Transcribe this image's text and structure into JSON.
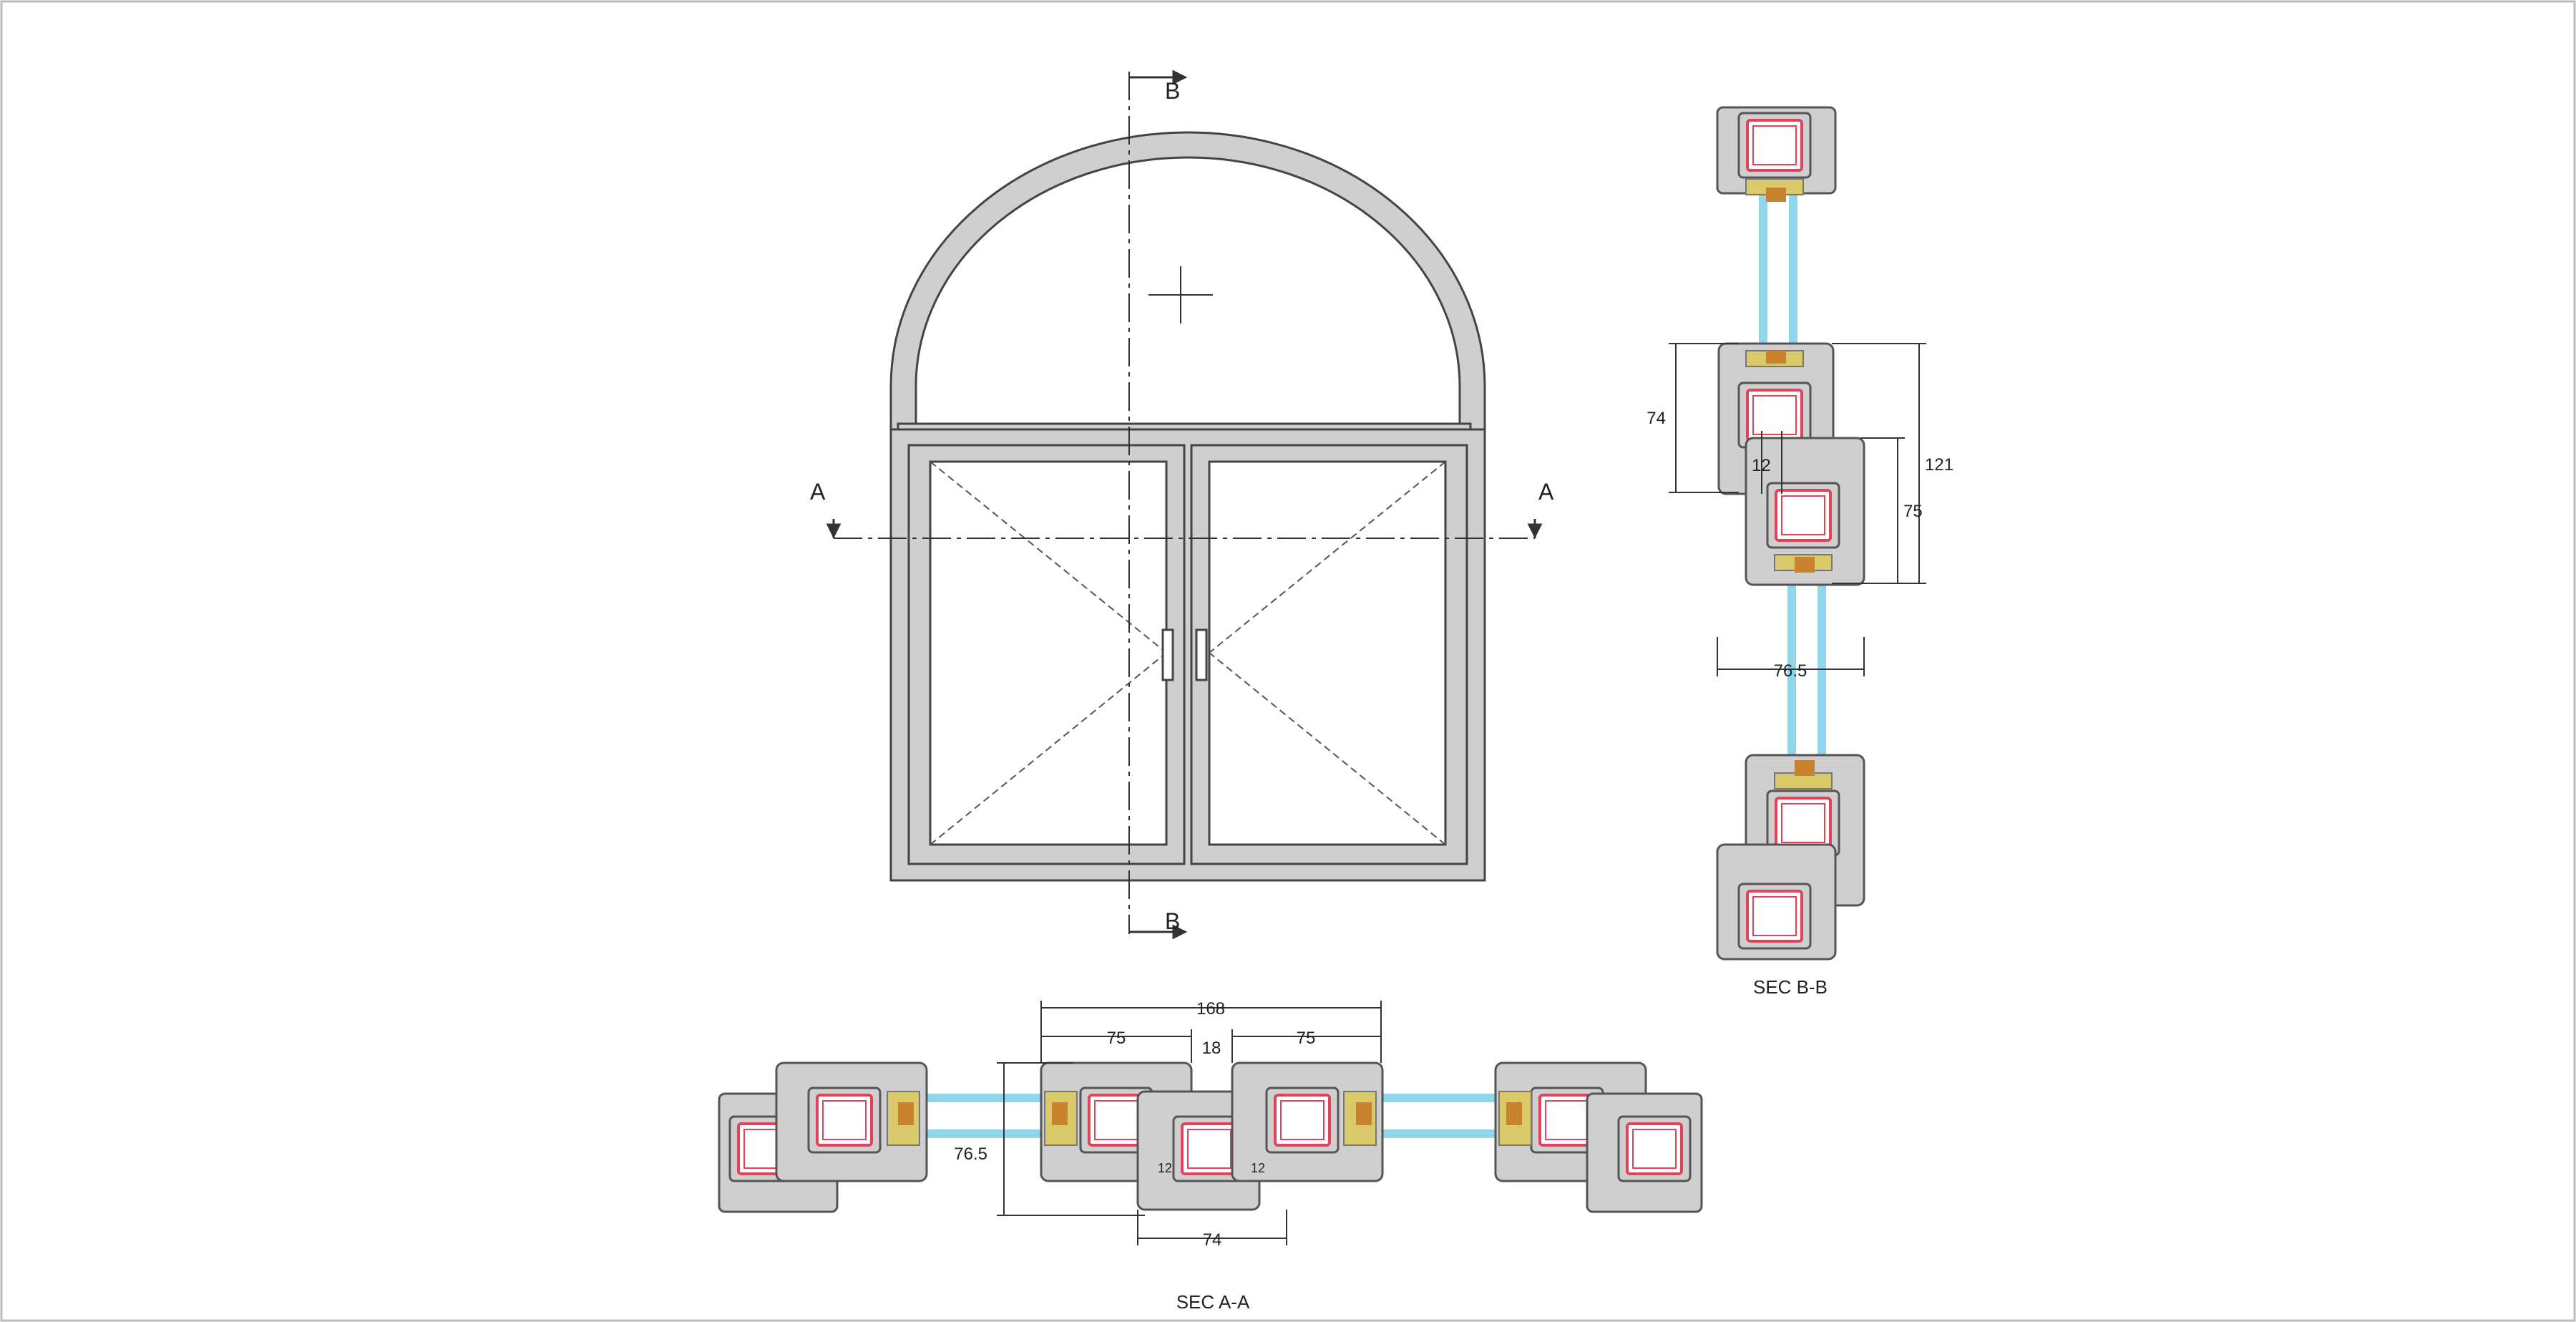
{
  "elevation": {
    "section_a_label": "A",
    "section_b_label": "B"
  },
  "section_bb": {
    "caption": "SEC B-B",
    "dims": {
      "d74": "74",
      "d12": "12",
      "d121": "121",
      "d75": "75",
      "d765": "76.5"
    }
  },
  "section_aa": {
    "caption": "SEC A-A",
    "dims": {
      "d168": "168",
      "d75a": "75",
      "d18": "18",
      "d75b": "75",
      "d765": "76.5",
      "d12a": "12",
      "d12b": "12",
      "d74": "74"
    }
  },
  "colors": {
    "frame": "#cfcfcf",
    "frame_stroke": "#555555",
    "glass": "#8fd6ea",
    "steel": "#e0445a",
    "gasket": "#2aa84a",
    "bead": "#d9c96a",
    "block": "#c9822e",
    "line": "#333333"
  }
}
